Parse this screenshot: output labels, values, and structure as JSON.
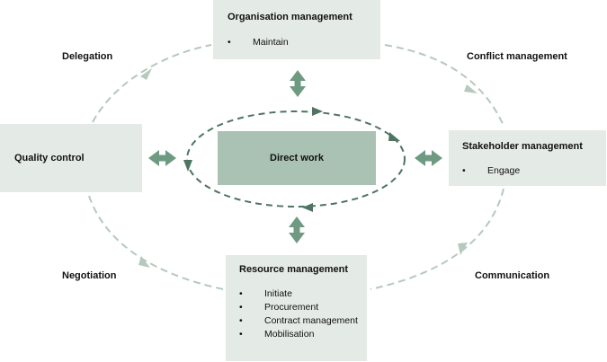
{
  "boxes": {
    "organisation": {
      "title": "Organisation management",
      "items": [
        "Maintain"
      ]
    },
    "quality": {
      "title": "Quality control"
    },
    "direct": {
      "title": "Direct work"
    },
    "stakeholder": {
      "title": "Stakeholder management",
      "items": [
        "Engage"
      ]
    },
    "resource": {
      "title": "Resource management",
      "items": [
        "Initiate",
        "Procurement",
        "Contract management",
        "Mobilisation"
      ]
    }
  },
  "labels": {
    "delegation": "Delegation",
    "conflict": "Conflict management",
    "negotiation": "Negotiation",
    "communication": "Communication"
  },
  "colors": {
    "box_fill": "#e4eae6",
    "direct_fill": "#a9c2b4",
    "outer_cycle": "#b5c9bd",
    "inner_cycle": "#4e7462",
    "double_arrow": "#6f9a82"
  }
}
